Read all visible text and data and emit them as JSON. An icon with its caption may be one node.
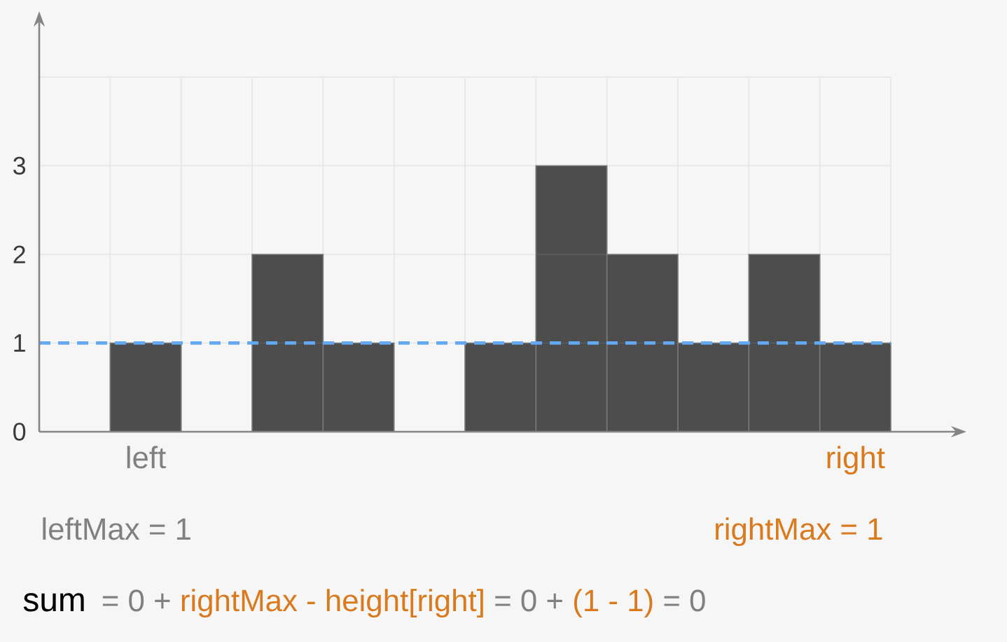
{
  "diagram": {
    "labels": [
      "left",
      "right",
      "leftMax = 1",
      "rightMax = 1",
      "sum",
      "= 0 +",
      "rightMax - height[right]",
      "= 0 +",
      "(1 - 1)",
      "= 0"
    ],
    "chart_data": {
      "type": "bar",
      "series": [
        {
          "color": "#4d4d4d",
          "values": [
            0,
            1,
            0,
            2,
            1,
            0,
            1,
            3,
            2,
            1,
            2,
            1
          ]
        }
      ],
      "ylim": [
        0,
        4
      ],
      "yticks": [
        0,
        1,
        2,
        3
      ],
      "grid": true,
      "ref_lines": [
        {
          "axis": "y",
          "value": 1,
          "color": "#62a8f2"
        }
      ]
    }
  }
}
